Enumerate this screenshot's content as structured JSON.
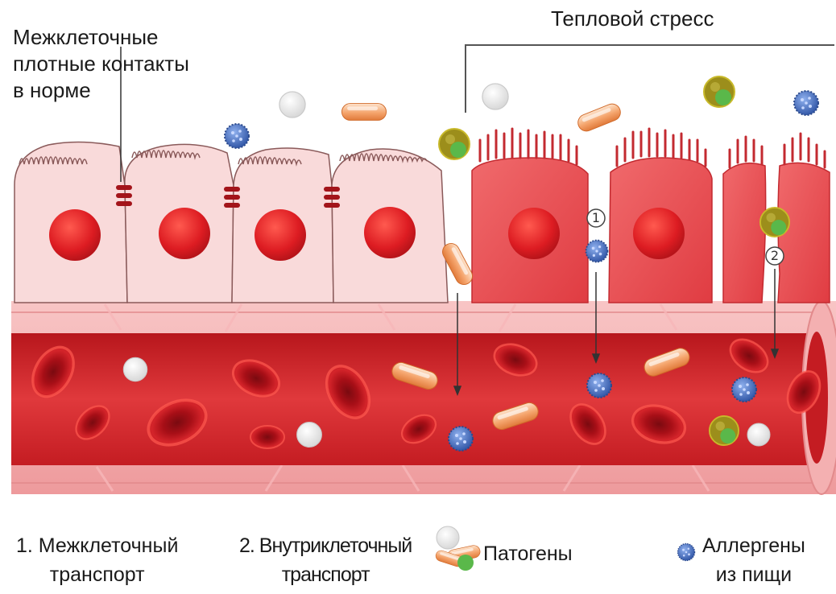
{
  "diagram": {
    "label_tight_junctions": [
      "Межклеточные",
      "плотные контакты",
      "в норме"
    ],
    "label_heat_stress": "Тепловой стресс",
    "markers": [
      "1",
      "2"
    ],
    "legend": {
      "intercellular": [
        "1. Межклеточный",
        "транспорт"
      ],
      "transcellular": [
        "2. Внутриклеточный",
        "транспорт"
      ],
      "pathogens": "Патогены",
      "food_allergens": [
        "Аллергены",
        "из пищи"
      ]
    },
    "colors": {
      "normal_cell": "#f9dada",
      "stressed_cell": "#e8474d",
      "nucleus": "#dd1c22",
      "vessel_wall": "#f2a3a5",
      "vessel_lumen": "#d8262b",
      "red_blood_cell": "#b30f17",
      "bacterium": "#f5a56d",
      "allergen": "#4a74c0",
      "pathogen_green": "#5ab84a",
      "pathogen_olive": "#9c8e1b"
    }
  }
}
